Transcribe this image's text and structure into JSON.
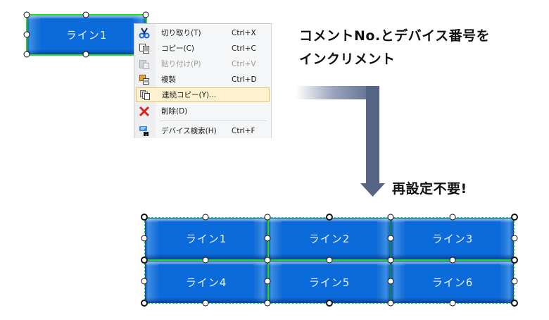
{
  "source_button": {
    "label": "ライン1"
  },
  "context_menu": {
    "items": [
      {
        "icon": "scissors-icon",
        "label": "切り取り(T)",
        "shortcut": "Ctrl+X",
        "disabled": false
      },
      {
        "icon": "copy-icon",
        "label": "コピー(C)",
        "shortcut": "Ctrl+C",
        "disabled": false
      },
      {
        "icon": "paste-icon",
        "label": "貼り付け(P)",
        "shortcut": "Ctrl+V",
        "disabled": true
      },
      {
        "icon": "duplicate-icon",
        "label": "複製",
        "shortcut": "Ctrl+D",
        "disabled": false
      },
      {
        "icon": "consecutive-copy-icon",
        "label": "連続コピー(Y)...",
        "shortcut": "",
        "disabled": false,
        "highlighted": true
      },
      {
        "icon": "delete-icon",
        "label": "削除(D)",
        "shortcut": "",
        "disabled": false
      },
      {
        "icon": "device-search-icon",
        "label": "デバイス検索(H)",
        "shortcut": "Ctrl+F",
        "disabled": false
      }
    ]
  },
  "annotations": {
    "line1": "コメントNo.とデバイス番号を",
    "line2": "インクリメント",
    "result": "再設定不要!"
  },
  "result_buttons": [
    {
      "label": "ライン1"
    },
    {
      "label": "ライン2"
    },
    {
      "label": "ライン3"
    },
    {
      "label": "ライン4"
    },
    {
      "label": "ライン5"
    },
    {
      "label": "ライン6"
    }
  ],
  "colors": {
    "button_blue": "#0c6bda",
    "selection_green": "#22dd22",
    "arrow": "#566586",
    "menu_highlight": "#fdf1d0"
  }
}
